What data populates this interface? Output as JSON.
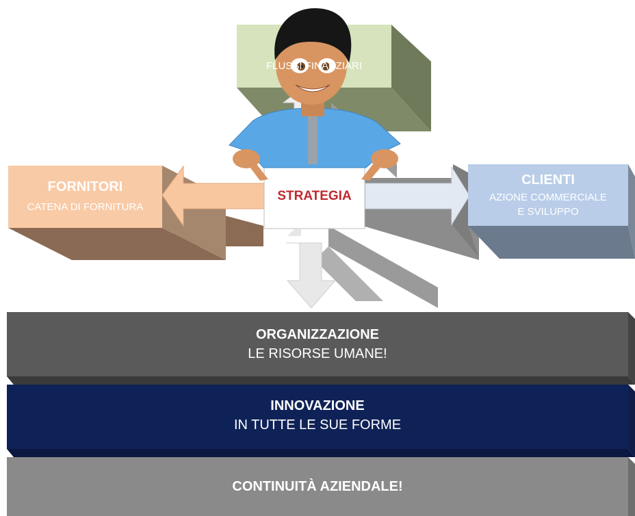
{
  "diagram": {
    "top_box": {
      "label": "FLUSSI FINANZIARI"
    },
    "suppliers": {
      "title": "FORNITORI",
      "subtitle": "CATENA DI FORNITURA"
    },
    "strategy": {
      "label": "STRATEGIA"
    },
    "clients": {
      "title": "CLIENTI",
      "line1": "AZIONE COMMERCIALE",
      "line2": "E SVILUPPO"
    },
    "layers": [
      {
        "title": "ORGANIZZAZIONE",
        "subtitle": "LE RISORSE UMANE!"
      },
      {
        "title": "INNOVAZIONE",
        "subtitle": "IN TUTTE LE SUE FORME"
      },
      {
        "title": "CONTINUITÀ AZIENDALE!"
      }
    ],
    "colors": {
      "top_box": "#d6e3bc",
      "suppliers": "#f9caa6",
      "clients": "#b9cde8",
      "organizzazione": "#5a5a5a",
      "innovazione": "#0f2257",
      "continuita": "#8a8a8a",
      "strategy_text": "#c0282d"
    }
  }
}
